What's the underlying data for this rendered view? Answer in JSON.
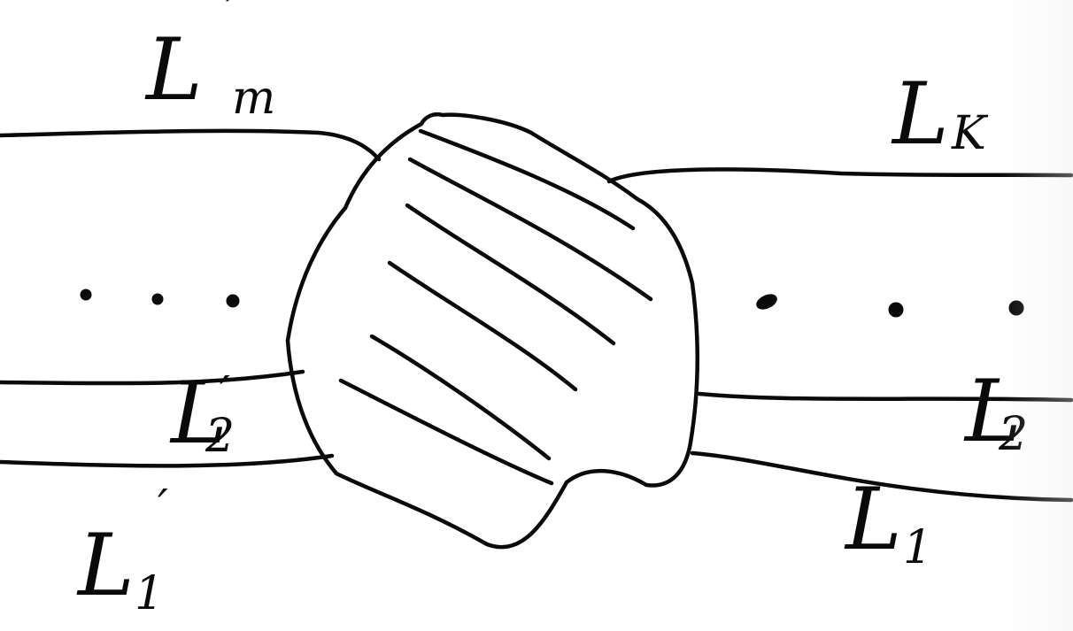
{
  "labels": {
    "top_left": {
      "letter": "L",
      "sub": "m",
      "prime": "′"
    },
    "top_right": {
      "letter": "L",
      "sub": "K"
    },
    "mid_left": {
      "letter": "L",
      "sub": "2",
      "prime": "′"
    },
    "mid_right": {
      "letter": "L",
      "sub": "2"
    },
    "bottom_left": {
      "letter": "L",
      "sub": "1",
      "prime": "′"
    },
    "bottom_right": {
      "letter": "L",
      "sub": "1"
    }
  },
  "ellipsis_dot_count_left": 3,
  "ellipsis_dot_count_right": 3,
  "colors": {
    "ink": "#0a0a0a",
    "background": "#ffffff"
  }
}
